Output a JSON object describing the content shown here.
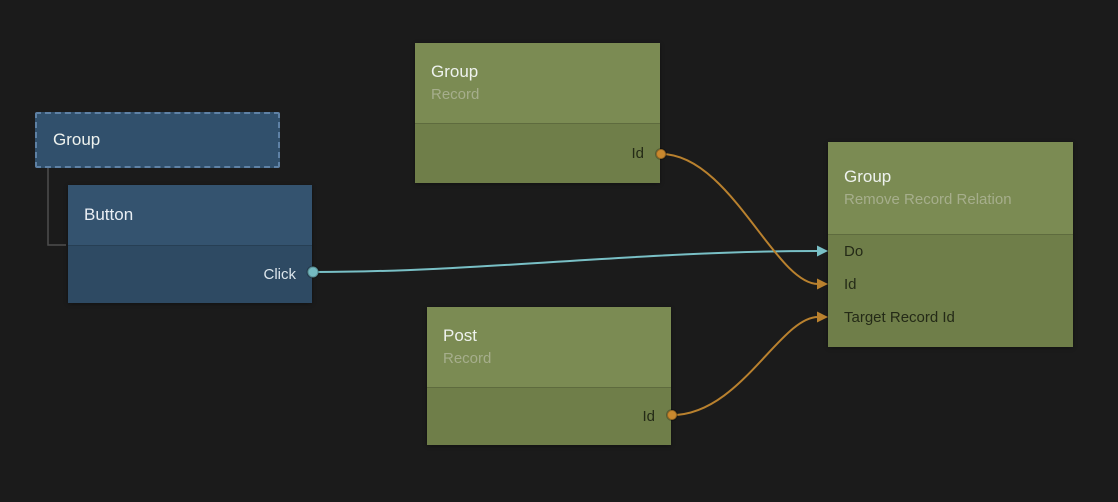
{
  "colors": {
    "background": "#1b1b1b",
    "node_blue_header": "#34536f",
    "node_blue_body": "#2e4a63",
    "node_green_header": "#7b8b53",
    "node_green_body": "#6f7e49",
    "wire_signal_teal": "#79c0c6",
    "wire_data_orange": "#b9812e",
    "hierarchy_line": "#4e4e4e"
  },
  "nodes": {
    "group_visual": {
      "title": "Group"
    },
    "button": {
      "title": "Button",
      "ports": [
        {
          "label": "Click",
          "direction": "output"
        }
      ]
    },
    "group_record": {
      "title": "Group",
      "subtitle": "Record",
      "ports": [
        {
          "label": "Id",
          "direction": "output"
        }
      ]
    },
    "post_record": {
      "title": "Post",
      "subtitle": "Record",
      "ports": [
        {
          "label": "Id",
          "direction": "output"
        }
      ]
    },
    "group_remove_relation": {
      "title": "Group",
      "subtitle": "Remove Record Relation",
      "ports": [
        {
          "label": "Do",
          "direction": "input"
        },
        {
          "label": "Id",
          "direction": "input"
        },
        {
          "label": "Target Record Id",
          "direction": "input"
        }
      ]
    }
  },
  "connections": [
    {
      "from_node": "Button",
      "from_port": "Click",
      "to_node": "Group (Remove Record Relation)",
      "to_port": "Do",
      "color": "#79c0c6"
    },
    {
      "from_node": "Group (Record)",
      "from_port": "Id",
      "to_node": "Group (Remove Record Relation)",
      "to_port": "Id",
      "color": "#b9812e"
    },
    {
      "from_node": "Post (Record)",
      "from_port": "Id",
      "to_node": "Group (Remove Record Relation)",
      "to_port": "Target Record Id",
      "color": "#b9812e"
    }
  ],
  "hierarchy": [
    {
      "parent": "Group",
      "child": "Button"
    }
  ]
}
